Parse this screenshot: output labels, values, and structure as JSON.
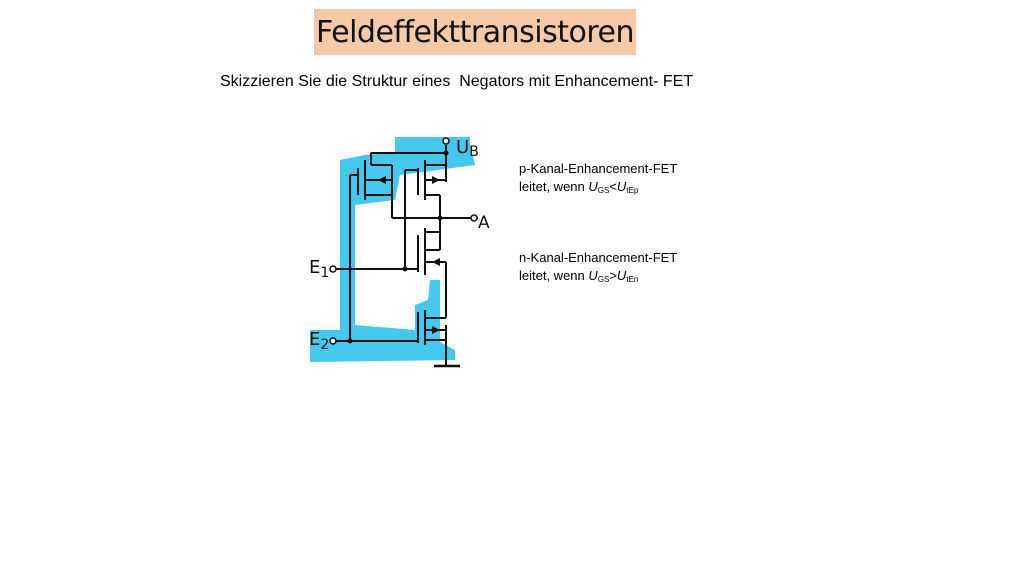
{
  "slide": {
    "title": "Feldeffekttransistoren",
    "subtitle": "Skizzieren Sie die Struktur eines  Negators mit Enhancement- FET"
  },
  "circuit": {
    "labels": {
      "supply": "U",
      "supply_sub": "B",
      "output": "A",
      "input1": "E",
      "input1_sub": "1",
      "input2": "E",
      "input2_sub": "2"
    },
    "colors": {
      "highlight": "#45c8ee",
      "wire": "#111111"
    }
  },
  "notes": {
    "p_channel": {
      "line1": "p-Kanal-Enhancement-FET",
      "line2_prefix": "leitet, wenn ",
      "var": "U",
      "sub1": "GS",
      "op": "<",
      "sub2": "tEp"
    },
    "n_channel": {
      "line1": "n-Kanal-Enhancement-FET",
      "line2_prefix": "leitet, wenn ",
      "var": "U",
      "sub1": "GS",
      "op": ">",
      "sub2": "tEn"
    }
  }
}
